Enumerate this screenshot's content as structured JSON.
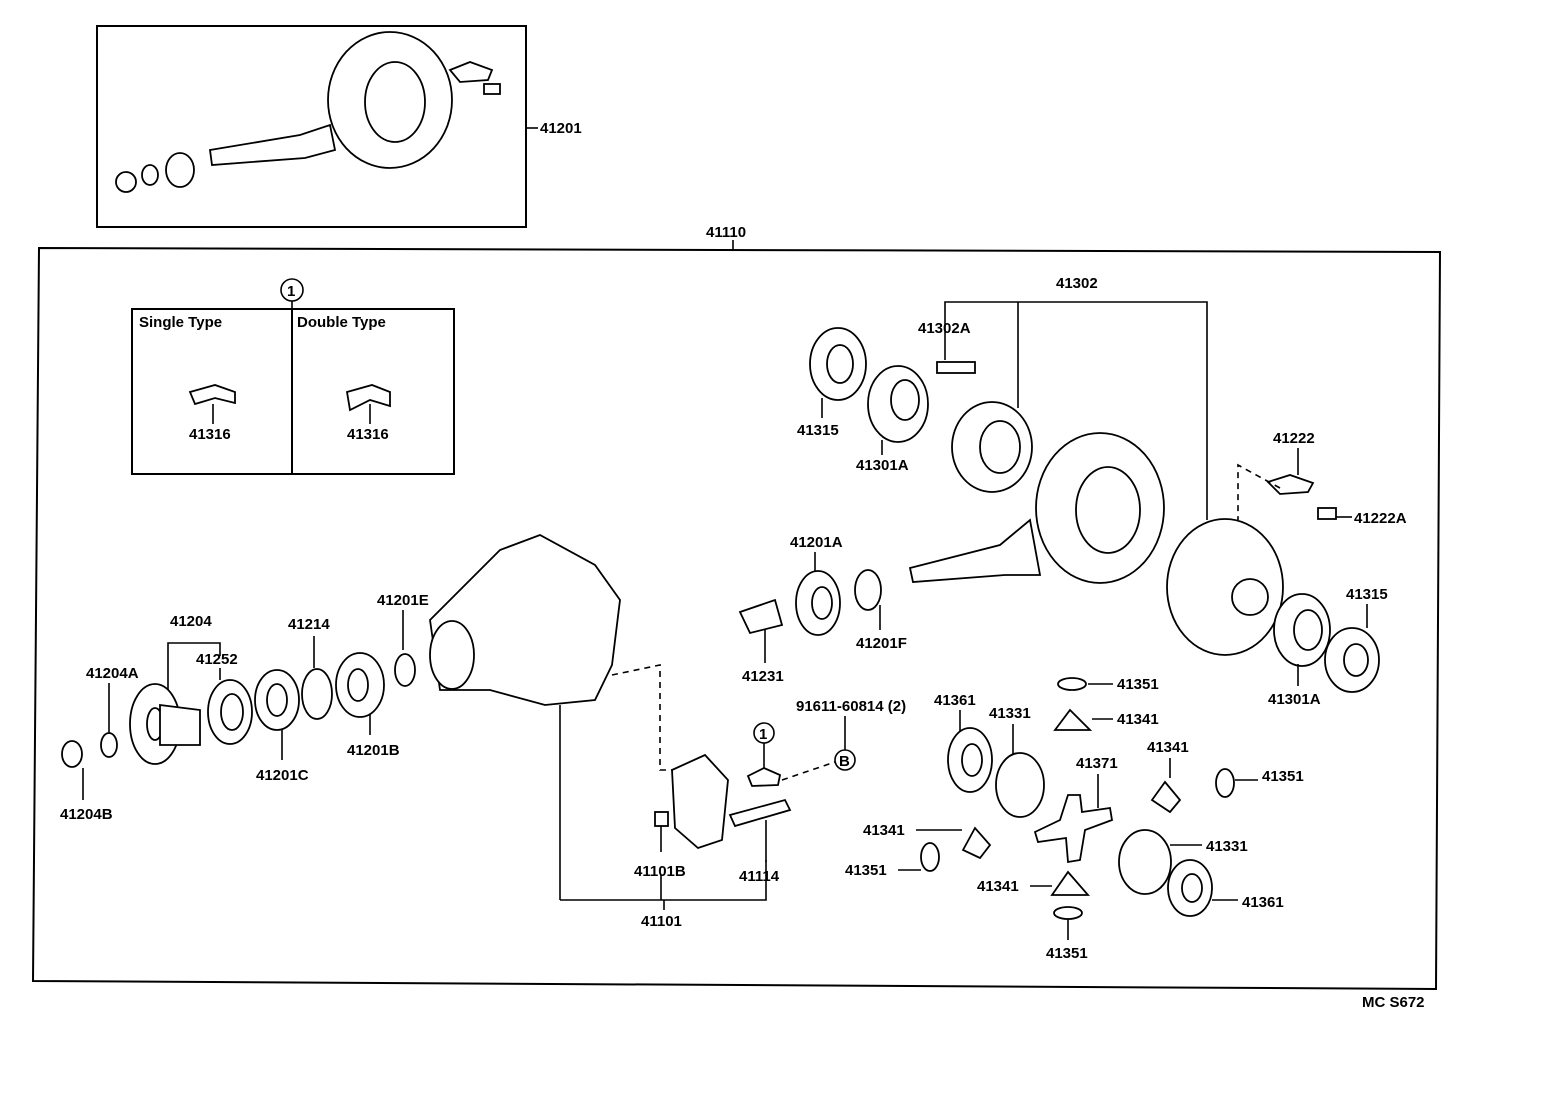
{
  "diagram": {
    "code": "MC S672",
    "inset_box": {
      "circle_marker": "1",
      "single_type_label": "Single Type",
      "double_type_label": "Double Type",
      "single_part": "41316",
      "double_part": "41316"
    },
    "bolt_ref": {
      "part": "91611-60814 (2)",
      "marker": "B"
    },
    "clip_marker": "1",
    "labels": {
      "p41201": "41201",
      "p41110": "41110",
      "p41302": "41302",
      "p41302A": "41302A",
      "p41315_top": "41315",
      "p41301A_top": "41301A",
      "p41222": "41222",
      "p41222A": "41222A",
      "p41201A": "41201A",
      "p41201F": "41201F",
      "p41231": "41231",
      "p41315_right": "41315",
      "p41301A_right": "41301A",
      "p41204": "41204",
      "p41252": "41252",
      "p41204A": "41204A",
      "p41204B": "41204B",
      "p41201C": "41201C",
      "p41214": "41214",
      "p41201E": "41201E",
      "p41201B": "41201B",
      "p41101B": "41101B",
      "p41114": "41114",
      "p41101": "41101",
      "p41351_a": "41351",
      "p41341_a": "41341",
      "p41361_a": "41361",
      "p41331_a": "41331",
      "p41341_b": "41341",
      "p41371": "41371",
      "p41351_b": "41351",
      "p41341_c": "41341",
      "p41351_c": "41351",
      "p41331_b": "41331",
      "p41341_d": "41341",
      "p41361_b": "41361",
      "p41351_d": "41351"
    }
  }
}
